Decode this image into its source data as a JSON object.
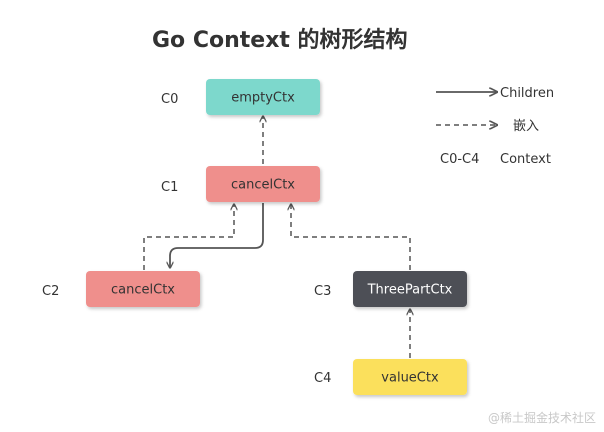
{
  "title": "Go Context 的树形结构",
  "colors": {
    "edge": "#555555",
    "empty_fill": "#7dd8cc",
    "cancel_fill": "#ef8f8c",
    "three_fill": "#4e5057",
    "value_fill": "#fbe05b",
    "dark_text": "#333333",
    "light_text": "#ffffff",
    "watermark": "#c8c8c8"
  },
  "levels": {
    "c0": "C0",
    "c1": "C1",
    "c2": "C2",
    "c3": "C3",
    "c4": "C4"
  },
  "nodes": {
    "empty": "emptyCtx",
    "cancel_root": "cancelCtx",
    "cancel_child": "cancelCtx",
    "three_part": "ThreePartCtx",
    "value": "valueCtx"
  },
  "legend": {
    "children_label": "Children",
    "embed_label": "嵌入",
    "range_label": "C0-C4",
    "range_meaning": "Context"
  },
  "watermark": "@稀土掘金技术社区"
}
